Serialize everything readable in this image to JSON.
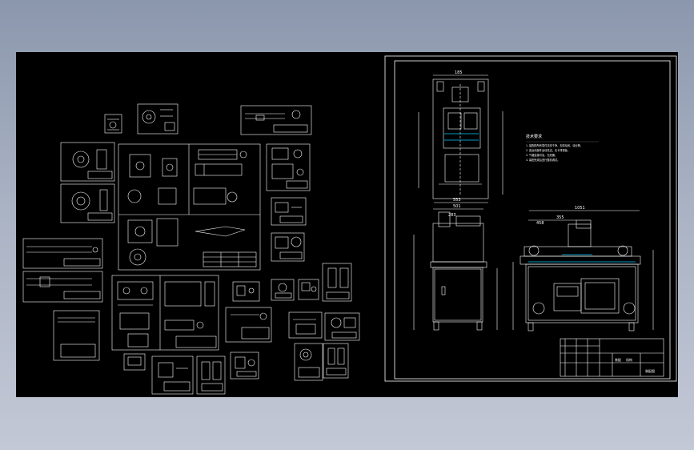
{
  "colors": {
    "backdrop_top": "#8b97ad",
    "backdrop_bottom": "#c3c8d6",
    "model_space": "#000000",
    "line": "#ffffff",
    "accent": "#00c8ff"
  },
  "main_assembly": {
    "top_view": {
      "dim_top": "185",
      "dim_bottom": "553"
    },
    "front_view": {
      "dim_top": "501",
      "dim_sub": "283"
    },
    "side_view": {
      "dim_top": "1051",
      "dim_sub": "355",
      "dim_small": "458"
    },
    "tech_notes": {
      "heading": "技术要求",
      "lines": [
        "1. 装配前所有零件清洗干净，去除毛刺、油污等。",
        "2. 各运动部件运动灵活，无卡滞现象。",
        "3. 气路连接可靠，无泄漏。",
        "4. 装配完成后进行整机调试。"
      ]
    },
    "title_block": {
      "title_left": "装配",
      "title_mid": "机构",
      "title_right": "装配图"
    }
  }
}
